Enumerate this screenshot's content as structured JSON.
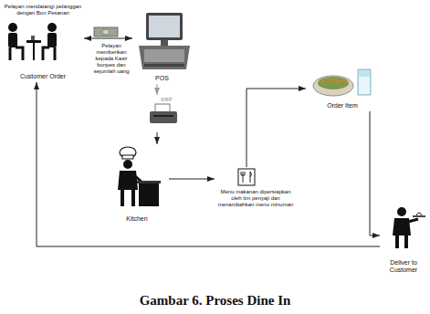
{
  "diagram": {
    "caption": "Gambar 6. Proses Dine In",
    "nodes": [
      {
        "text": [
          "Pelayan mendatangi pelanggan dengan Bon Pesanan",
          "Customer Order"
        ]
      },
      {
        "text": [
          "POS"
        ]
      },
      {
        "text": [
          "KRP"
        ]
      },
      {
        "text": [
          "Kitchen"
        ]
      },
      {
        "text": [
          "Menu makanan dipersiapkan oleh tim penyaji dan menambahkan menu minuman"
        ]
      },
      {
        "text": [
          "Order Item"
        ]
      },
      {
        "text": [
          "Deliver to Customer"
        ]
      }
    ],
    "edges": [
      {
        "from": 0,
        "to": 1,
        "arrow": "both",
        "label": "Pelayan memberikan kepada Kasir bonpes dan sejumlah uang"
      },
      {
        "from": 1,
        "to": 2,
        "arrow": "to"
      },
      {
        "from": 2,
        "to": 3,
        "arrow": "to"
      },
      {
        "from": 3,
        "to": 4,
        "arrow": "to"
      },
      {
        "from": 4,
        "to": 5,
        "arrow": "to"
      },
      {
        "from": 5,
        "to": 6,
        "arrow": "to"
      },
      {
        "from": 6,
        "to": 0,
        "arrow": "to"
      }
    ]
  }
}
